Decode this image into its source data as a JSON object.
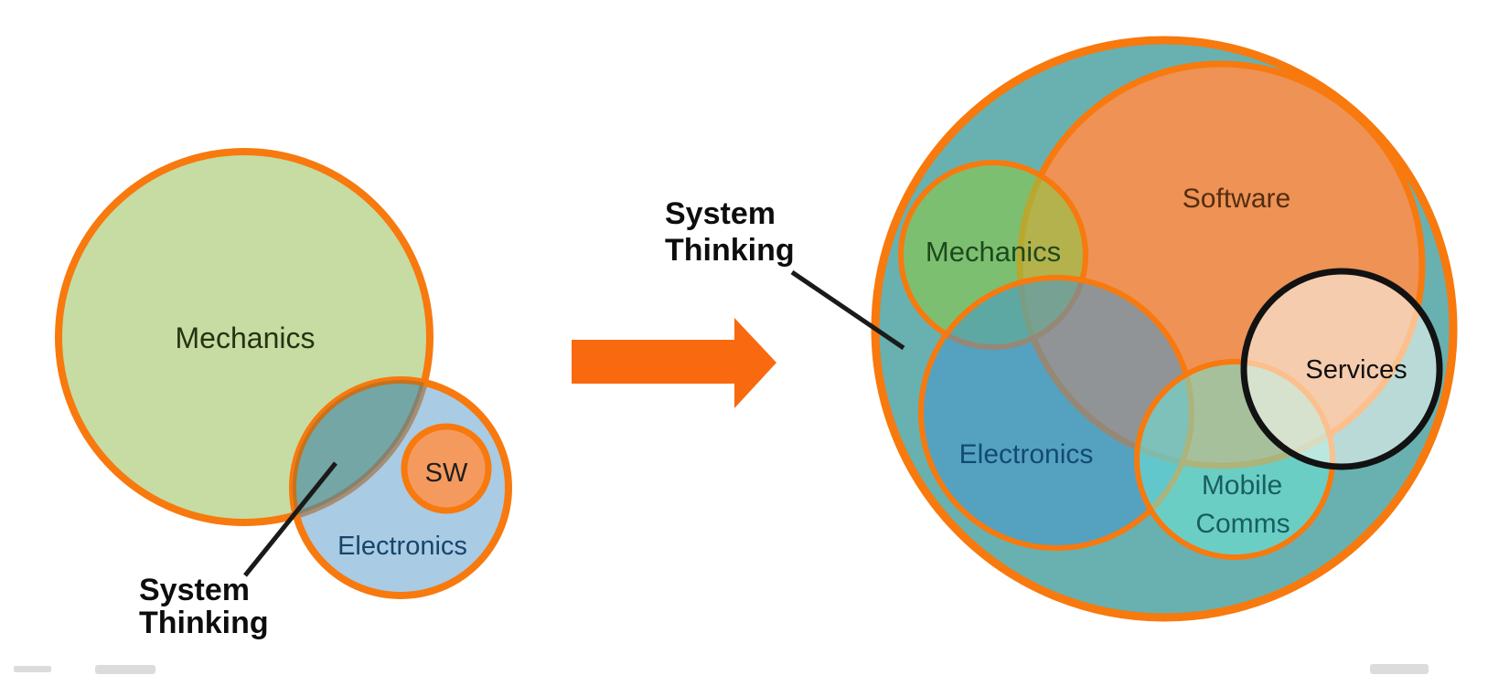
{
  "left_diagram": {
    "labels": {
      "mechanics": "Mechanics",
      "electronics": "Electronics",
      "sw": "SW"
    },
    "annotation": {
      "line1": "System",
      "line2": "Thinking"
    }
  },
  "right_diagram": {
    "labels": {
      "software": "Software",
      "mechanics": "Mechanics",
      "electronics": "Electronics",
      "mobile_line1": "Mobile",
      "mobile_line2": "Comms",
      "services": "Services"
    },
    "annotation": {
      "line1": "System",
      "line2": "Thinking"
    }
  },
  "colors": {
    "outline_orange": "#F8790D",
    "arrow_orange": "#F9690F",
    "left_mechanics_fill": "#C6DCA2",
    "left_electronics_fill": "rgba(98,160,204,0.55)",
    "left_overlap_tint": "rgba(20,90,90,0.22)",
    "sw_fill": "#F59A5F",
    "big_circle_fill": "#68B1B0",
    "software_fill": "#EE9255",
    "right_mechanics_fill": "rgba(140,200,70,0.60)",
    "right_electronics_fill": "rgba(70,150,205,0.55)",
    "mobile_fill": "rgba(110,230,215,0.55)",
    "services_fill": "rgba(253,251,247,0.55)",
    "services_stroke": "#121212",
    "annotation_line": "#1A1A1A",
    "smudge_gray": "#DCDCDC",
    "text_left_mechanics": "#263312",
    "text_left_electronics": "#17456B",
    "text_sw": "#1F1F1F",
    "text_software": "#542D0F",
    "text_right_mechanics": "#1D4A1D",
    "text_right_electronics": "#124A73",
    "text_mobile": "#175E60",
    "text_services": "#101010",
    "text_annotation": "#0D0D0D"
  }
}
